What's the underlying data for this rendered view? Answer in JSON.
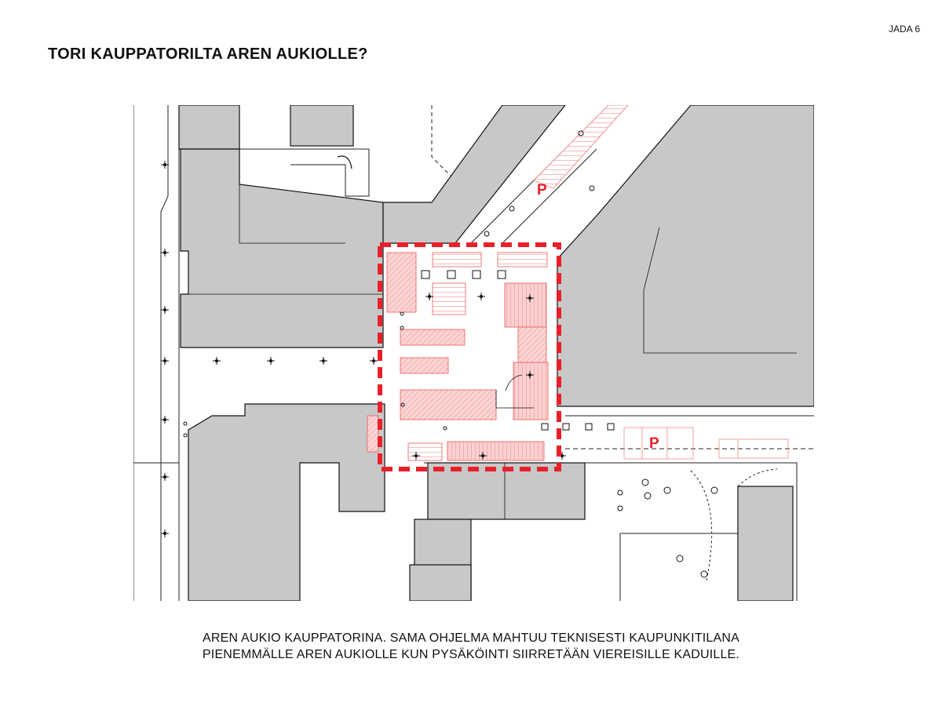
{
  "page": {
    "number_label": "JADA 6"
  },
  "header": {
    "title": "TORI KAUPPATORILTA AREN AUKIOLLE?"
  },
  "map": {
    "parking_labels": [
      "P",
      "P"
    ],
    "colors": {
      "building": "#c8c8c8",
      "highlight": "#e8202a",
      "market_stall": "#f7b8b8"
    }
  },
  "caption": {
    "line1": "AREN AUKIO KAUPPATORINA. SAMA OHJELMA MAHTUU TEKNISESTI KAUPUNKITILANA",
    "line2": "PIENEMMÄLLE AREN AUKIOLLE KUN PYSÄKÖINTI SIIRRETÄÄN VIEREISILLE KADUILLE."
  }
}
